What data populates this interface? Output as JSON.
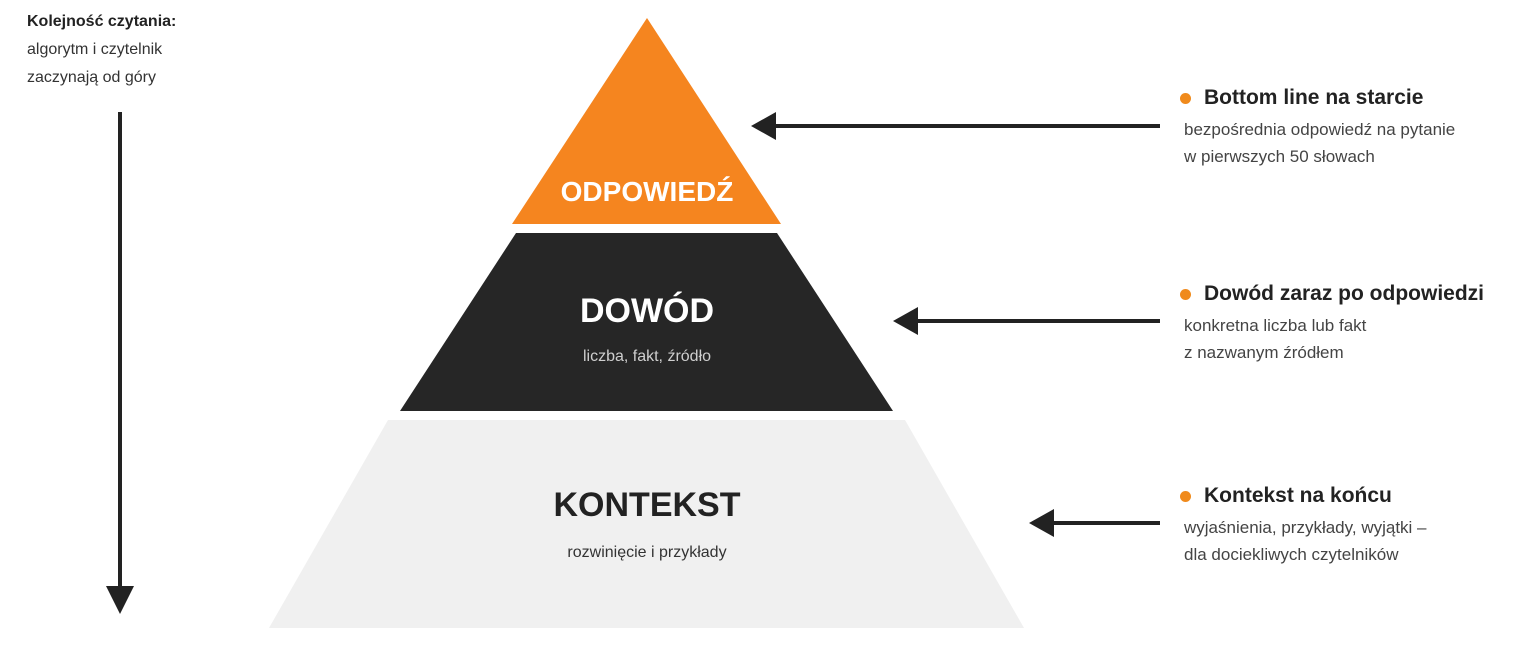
{
  "reading_order": {
    "heading": "Kolejność czytania:",
    "line1": "algorytm i czytelnik",
    "line2": "zaczynają od góry"
  },
  "pyramid": {
    "tiers": [
      {
        "title": "ODPOWIEDŹ",
        "subtitle": "",
        "fill": "#f5851f",
        "text_color": "#ffffff"
      },
      {
        "title": "DOWÓD",
        "subtitle": "liczba, fakt, źródło",
        "fill": "#262626",
        "text_color": "#ffffff",
        "subtitle_color": "#cfcfcf"
      },
      {
        "title": "KONTEKST",
        "subtitle": "rozwinięcie i przykłady",
        "fill": "#f0f0f0",
        "text_color": "#222222",
        "subtitle_color": "#333333"
      }
    ]
  },
  "callouts": [
    {
      "title": "Bottom line na starcie",
      "line1": "bezpośrednia odpowiedź na pytanie",
      "line2": "w pierwszych 50 słowach"
    },
    {
      "title": "Dowód zaraz po odpowiedzi",
      "line1": "konkretna liczba lub fakt",
      "line2": "z nazwanym źródłem"
    },
    {
      "title": "Kontekst na końcu",
      "line1": "wyjaśnienia, przykłady, wyjątki –",
      "line2": "dla dociekliwych czytelników"
    }
  ],
  "colors": {
    "accent": "#f5851f",
    "dark": "#262626",
    "light": "#f0f0f0",
    "arrow": "#222222"
  }
}
